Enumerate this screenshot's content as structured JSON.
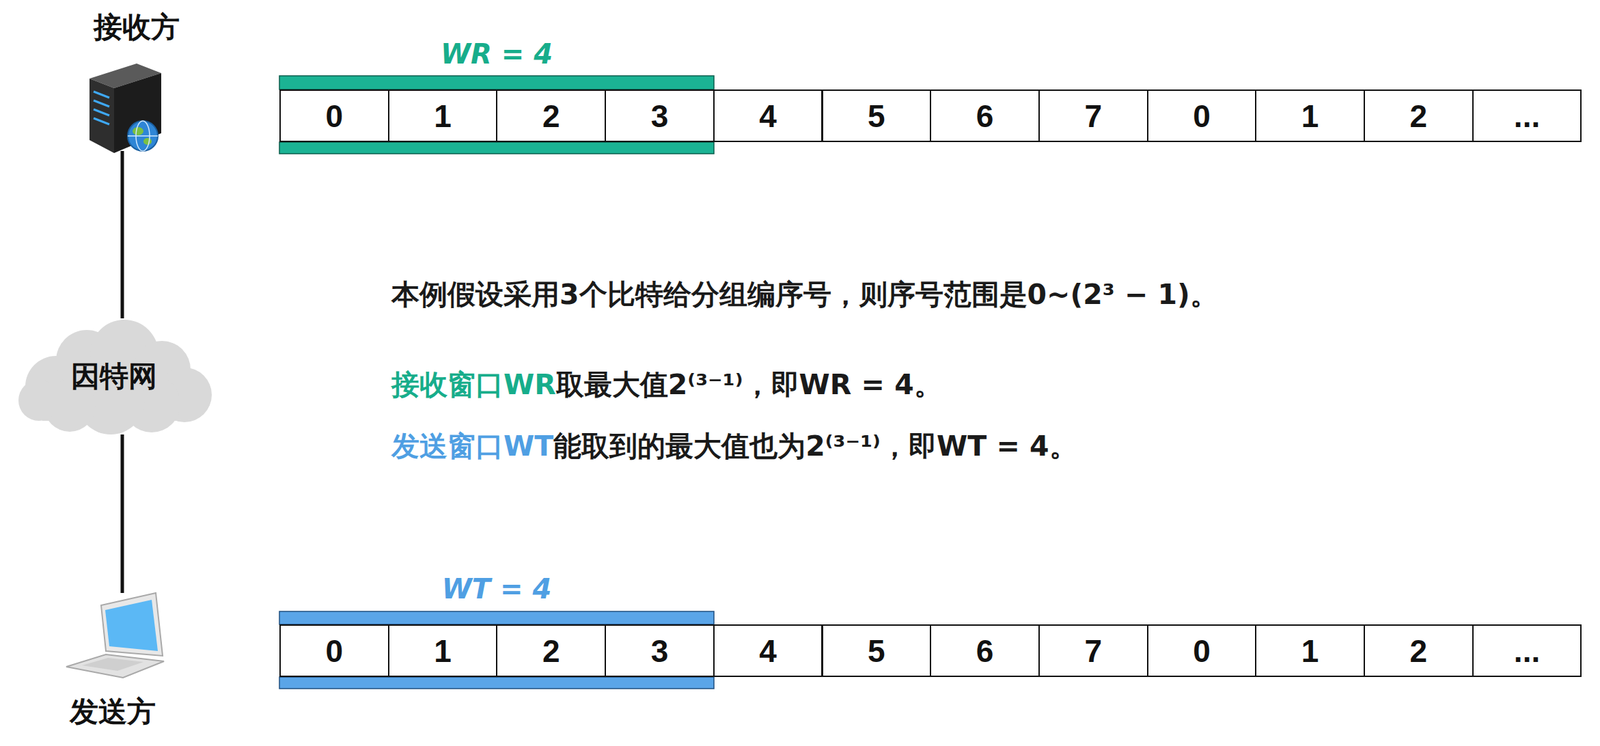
{
  "diagram": {
    "nodes": [
      {
        "text": [
          "接收方"
        ]
      },
      {
        "text": [
          "0"
        ]
      },
      {
        "text": [
          "1"
        ]
      },
      {
        "text": [
          "2"
        ]
      },
      {
        "text": [
          "3"
        ]
      },
      {
        "text": [
          "4"
        ]
      },
      {
        "text": [
          "5"
        ]
      },
      {
        "text": [
          "6"
        ]
      },
      {
        "text": [
          "7"
        ]
      },
      {
        "text": [
          "0"
        ]
      },
      {
        "text": [
          "1"
        ]
      },
      {
        "text": [
          "2"
        ]
      },
      {
        "text": [
          "..."
        ]
      },
      {
        "text": [
          "因特网"
        ]
      },
      {
        "text": [
          "发送方"
        ]
      },
      {
        "text": [
          "0"
        ]
      },
      {
        "text": [
          "1"
        ]
      },
      {
        "text": [
          "2"
        ]
      },
      {
        "text": [
          "3"
        ]
      },
      {
        "text": [
          "4"
        ]
      },
      {
        "text": [
          "5"
        ]
      },
      {
        "text": [
          "6"
        ]
      },
      {
        "text": [
          "7"
        ]
      },
      {
        "text": [
          "0"
        ]
      },
      {
        "text": [
          "1"
        ]
      },
      {
        "text": [
          "2"
        ]
      },
      {
        "text": [
          "..."
        ]
      }
    ],
    "edges": [
      {
        "from": 0,
        "to": 13,
        "arrow": "none"
      },
      {
        "from": 13,
        "to": 14,
        "arrow": "none"
      }
    ],
    "labels": [
      "WR = 4",
      "本例假设采用3个比特给分组编序号，则序号范围是0~(2³ − 1)。",
      "接收窗口WR",
      "取最大值2⁽³⁻¹⁾，即WR = 4。",
      "发送窗口WT",
      "能取到的最大值也为2⁽³⁻¹⁾，即WT = 4。",
      "WT = 4"
    ]
  }
}
